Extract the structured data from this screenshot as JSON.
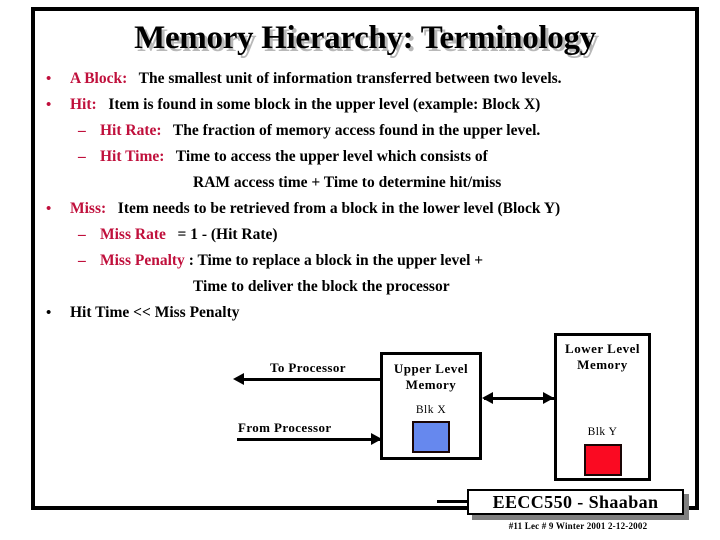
{
  "slide": {
    "title": "Memory Hierarchy: Terminology",
    "accent_color": "#C0103C",
    "text_color": "#000000",
    "frame_color": "#000000",
    "background": "#ffffff"
  },
  "bullets": [
    {
      "level": 1,
      "marker": "•",
      "keyword": "A Block:",
      "text": "The smallest unit of information transferred between two levels."
    },
    {
      "level": 1,
      "marker": "•",
      "keyword": "Hit:",
      "text": "Item is found in some block in the upper level (example: Block X)"
    },
    {
      "level": 2,
      "marker": "–",
      "keyword": "Hit Rate:",
      "text": "The fraction of memory access found in the upper level."
    },
    {
      "level": 2,
      "marker": "–",
      "keyword": "Hit Time:",
      "text": "Time to access the upper level which consists of"
    },
    {
      "level": 3,
      "marker": "",
      "keyword": "",
      "text": "RAM access time  +   Time to determine hit/miss"
    },
    {
      "level": 1,
      "marker": "•",
      "keyword": "Miss:",
      "text": "Item needs to be retrieved from a block in the lower level (Block Y)"
    },
    {
      "level": 2,
      "marker": "–",
      "keyword": "Miss Rate",
      "text": "= 1 - (Hit Rate)"
    },
    {
      "level": 2,
      "marker": "–",
      "keyword": "Miss Penalty",
      "text": ": Time to replace a block in the upper level  +"
    },
    {
      "level": 3,
      "marker": "",
      "keyword": "",
      "text": "Time to deliver the block the processor"
    },
    {
      "level": 1,
      "marker": "•",
      "keyword": "",
      "text": "Hit Time << Miss Penalty"
    }
  ],
  "diagram": {
    "upper_box": {
      "label_line1": "Upper Level",
      "label_line2": "Memory",
      "block_label": "Blk X",
      "block_color": "#6688EE"
    },
    "lower_box": {
      "label_line1": "Lower Level",
      "label_line2": "Memory",
      "block_label": "Blk Y",
      "block_color": "#FA0A22"
    },
    "arrows": {
      "to_processor": "To Processor",
      "from_processor": "From Processor"
    }
  },
  "footer": {
    "badge": "EECC550 - Shaaban",
    "subline": "#11   Lec # 9   Winter 2001   2-12-2002"
  }
}
